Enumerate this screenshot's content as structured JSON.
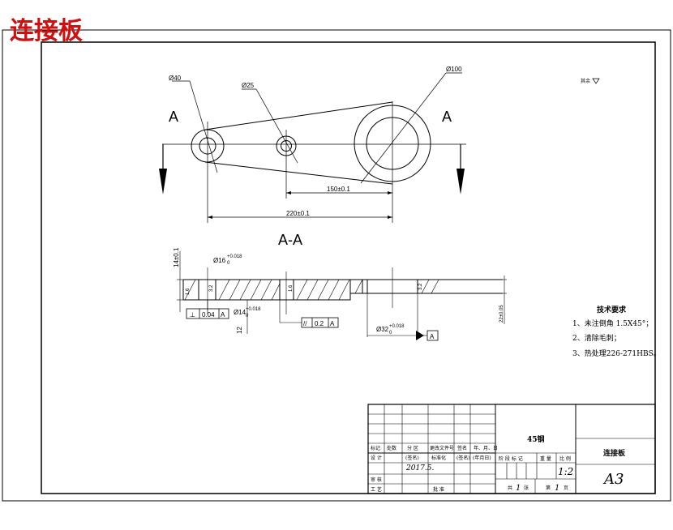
{
  "header": {
    "title": "连接板",
    "title_color": "#d01010"
  },
  "top_view": {
    "dia_small": "Ø40",
    "dia_mid": "Ø25",
    "dia_large": "Ø100",
    "section_mark_left": "A",
    "section_mark_right": "A",
    "dim_150": "150±0.1",
    "dim_220": "220±0.1",
    "roughness_note": "其余"
  },
  "section_view": {
    "label": "A-A",
    "dim_14": "14±0.1",
    "dim_phi16": "Ø16",
    "tol_phi16_upper": "+0.018",
    "tol_phi16_lower": "0",
    "dim_phi14": "Ø14",
    "tol_phi14_upper": "+0.018",
    "tol_phi14_lower": "0",
    "dim_12": "12",
    "dim_phi32": "Ø32",
    "tol_phi32_upper": "+0.018",
    "tol_phi32_lower": "0",
    "dim_22": "22±0.05",
    "gtol1_symbol": "⊥",
    "gtol1_value": "0.04",
    "gtol1_datum": "A",
    "gtol2_symbol": "//",
    "gtol2_value": "0.2",
    "gtol2_datum": "A",
    "datum_label": "A",
    "roughness_values": [
      "1.6",
      "3.2",
      "1.6",
      "3.2"
    ]
  },
  "tech_req": {
    "title": "技术要求",
    "items": [
      "1、未注倒角 1.5X45°；",
      "2、清除毛刺；",
      "3、热处理226-271HBS。"
    ]
  },
  "title_block": {
    "row_labels": [
      "标记",
      "处数",
      "分 区",
      "更改文件号",
      "签名",
      "年、月、日"
    ],
    "design": "设 计",
    "date_sign": "(签名)",
    "standardize": "标准化",
    "sign2": "(签名)",
    "date2": "(年月日)",
    "date_handwritten": "2017.5.",
    "review": "审 核",
    "process": "工 艺",
    "approve": "批 准",
    "material": "45钢",
    "stage_labels": [
      "阶 段 标 记",
      "重 量",
      "比 例"
    ],
    "scale_handwritten": "1:2",
    "sheet_total_prefix": "共",
    "sheet_total": "1",
    "sheet_total_suffix": "张",
    "sheet_no_prefix": "第",
    "sheet_no": "1",
    "sheet_no_suffix": "页",
    "part_name": "连接板",
    "paper_size": "A3"
  }
}
